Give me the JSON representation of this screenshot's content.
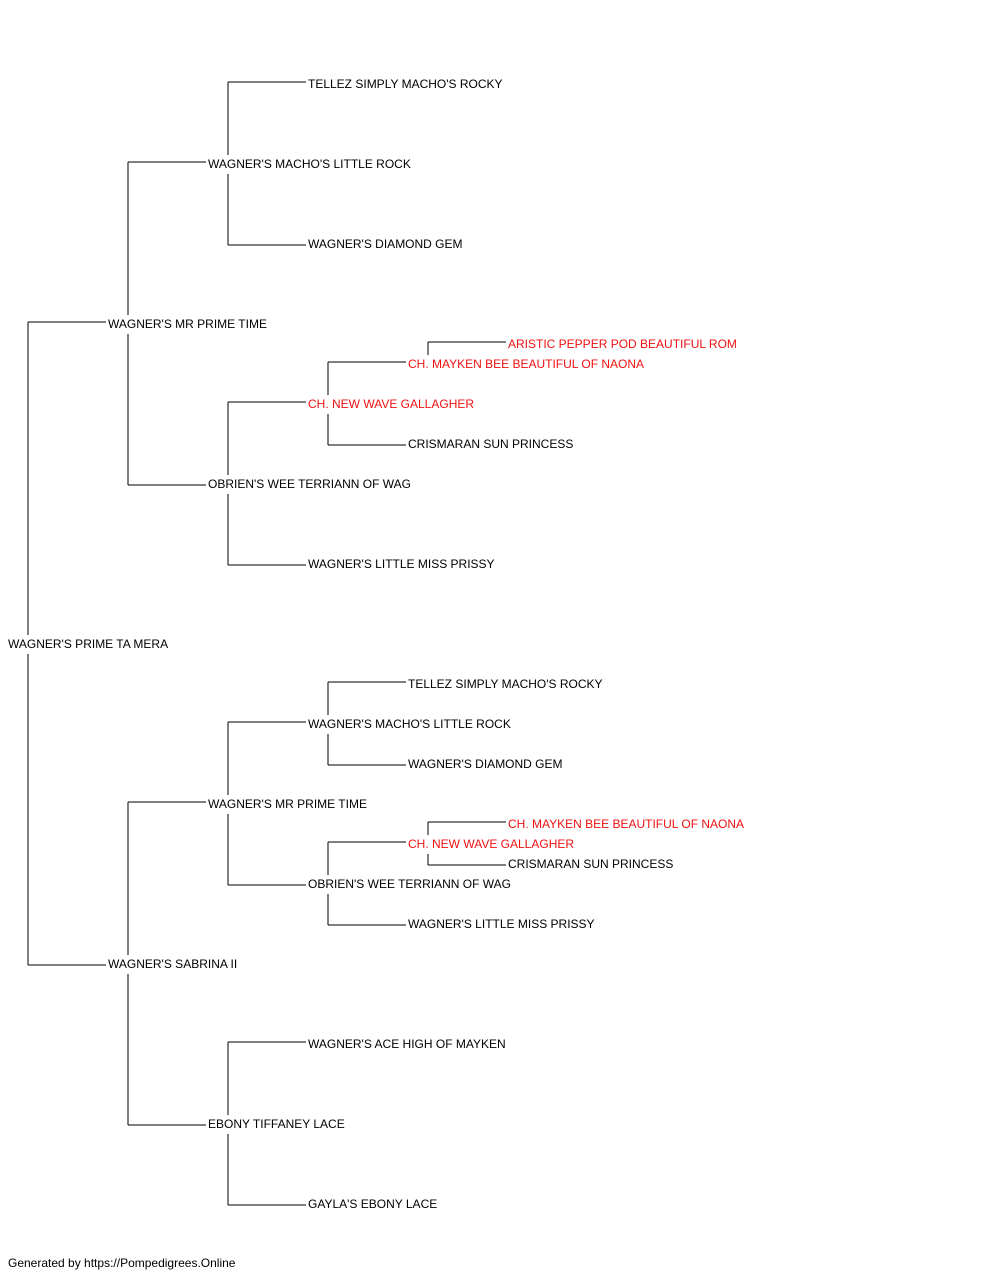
{
  "colors": {
    "normal": "#000000",
    "highlight": "#ee1111",
    "line": "#000000"
  },
  "footer": "Generated by https://Pompedigrees.Online",
  "pedigree": {
    "name": "WAGNER'S PRIME TA MERA",
    "sire": {
      "name": "WAGNER'S MR PRIME TIME",
      "sire": {
        "name": "WAGNER'S MACHO'S LITTLE ROCK",
        "sire": {
          "name": "TELLEZ SIMPLY MACHO'S ROCKY"
        },
        "dam": {
          "name": "WAGNER'S DIAMOND GEM"
        }
      },
      "dam": {
        "name": "OBRIEN'S WEE TERRIANN OF WAG",
        "sire": {
          "name": "CH. NEW WAVE GALLAGHER",
          "highlight": true,
          "sire": {
            "name": "CH. MAYKEN BEE BEAUTIFUL OF NAONA",
            "highlight": true,
            "sire": {
              "name": "ARISTIC PEPPER POD BEAUTIFUL ROM",
              "highlight": true
            }
          },
          "dam": {
            "name": "CRISMARAN SUN PRINCESS"
          }
        },
        "dam": {
          "name": "WAGNER'S LITTLE MISS PRISSY"
        }
      }
    },
    "dam": {
      "name": "WAGNER'S SABRINA II",
      "sire": {
        "name": "WAGNER'S MR PRIME TIME",
        "sire": {
          "name": "WAGNER'S MACHO'S LITTLE ROCK",
          "sire": {
            "name": "TELLEZ SIMPLY MACHO'S ROCKY"
          },
          "dam": {
            "name": "WAGNER'S DIAMOND GEM"
          }
        },
        "dam": {
          "name": "OBRIEN'S WEE TERRIANN OF WAG",
          "sire": {
            "name": "CH. NEW WAVE GALLAGHER",
            "highlight": true,
            "sire": {
              "name": "CH. MAYKEN BEE BEAUTIFUL OF NAONA",
              "highlight": true
            },
            "dam": {
              "name": "CRISMARAN SUN PRINCESS"
            }
          },
          "dam": {
            "name": "WAGNER'S LITTLE MISS PRISSY"
          }
        }
      },
      "dam": {
        "name": "EBONY TIFFANEY LACE",
        "sire": {
          "name": "WAGNER'S ACE HIGH OF MAYKEN"
        },
        "dam": {
          "name": "GAYLA'S EBONY LACE"
        }
      }
    }
  }
}
